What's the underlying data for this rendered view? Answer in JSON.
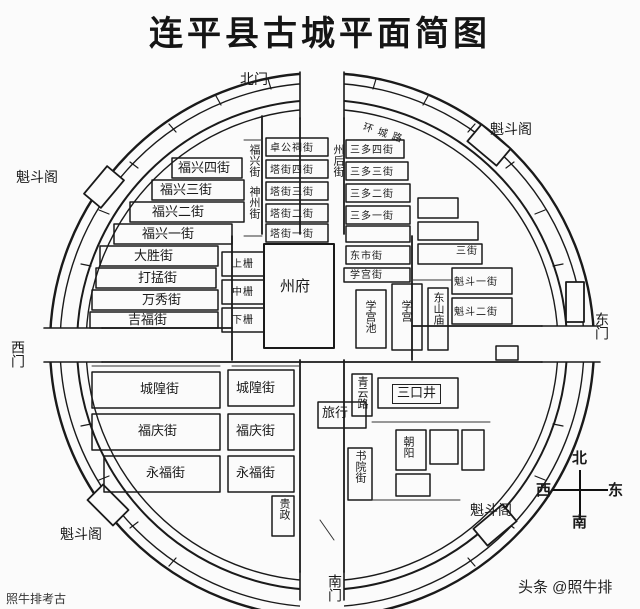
{
  "title": "连平县古城平面简图",
  "gates": {
    "north": "北门",
    "south": "南门",
    "east": "东门",
    "west": "西门"
  },
  "towers": {
    "northeast": "魁斗阁",
    "northwest": "魁斗阁",
    "southwest": "魁斗阁",
    "southeast": "魁斗阁"
  },
  "compass": {
    "north": "北",
    "south": "南",
    "east": "东",
    "west": "西"
  },
  "center_building": "州府",
  "west_streets": {
    "fuxing4": "福兴四街",
    "fuxing3": "福兴三街",
    "fuxing2": "福兴二街",
    "fuxing1": "福兴一街",
    "dasheng": "大胜街",
    "dongbang": "打掹街",
    "fangxiang": "万秀街",
    "jifu": "吉福街",
    "chenghuang_w": "城隍街",
    "fuqing_w": "福庆街",
    "yongfu": "永福街"
  },
  "west_small": {
    "shanghe": "上栅",
    "zhonghe": "中栅",
    "xiahe": "下栅"
  },
  "inner_streets": {
    "zhuogong": "卓公祠街",
    "ganjie4": "塔街四街",
    "ganjie3": "塔街三街",
    "ganjie2": "塔街二街",
    "ganjie1": "塔街一街",
    "chenghuang_c": "城隍街",
    "fuqing_c": "福庆街",
    "yongfu_c": "永福街"
  },
  "east_streets": {
    "sanduo4": "三多四街",
    "sanduo3": "三多三街",
    "sanduo2": "三多二街",
    "sanduo1": "三多一街",
    "sanjie": "三街",
    "dongshi": "东市街",
    "xueshi": "学宫街",
    "kuidou1": "魁斗一街",
    "kuidou2": "魁斗二街",
    "sankou": "三口井",
    "zhuxing": "旅行"
  },
  "vertical_labels": {
    "fuxing": "福兴街",
    "shenzhou": "神州街",
    "zhouhou": "州后街",
    "xuegong": "学宫",
    "xuegong_pool": "学宫池",
    "qingliu": "青云路",
    "shuyuan": "书院街",
    "dongshan": "东山庙",
    "guizheng": "贵政",
    "chaoyang": "朝阳"
  },
  "ring_road_label": "环 城 路",
  "footer": {
    "left": "照牛排考古",
    "right": "头条 @照牛排"
  }
}
